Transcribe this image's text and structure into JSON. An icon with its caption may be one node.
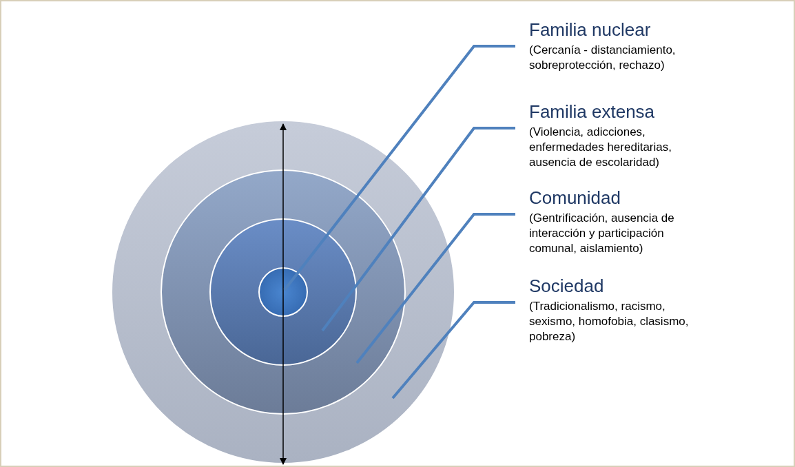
{
  "diagram": {
    "nodes": [
      {
        "text": [],
        "shape": "circle"
      },
      {
        "text": [],
        "shape": "circle",
        "in": 0
      },
      {
        "text": [],
        "shape": "circle",
        "in": 1
      },
      {
        "text": [],
        "shape": "circle",
        "in": 2
      },
      {
        "text": [
          "Familia nuclear",
          "(Cercanía - distanciamiento, sobreprotección, rechazo)"
        ]
      },
      {
        "text": [
          "Familia extensa",
          "(Violencia, adicciones, enfermedades hereditarias, ausencia de escolaridad)"
        ]
      },
      {
        "text": [
          "Comunidad",
          "(Gentrificación, ausencia de interacción y participación comunal, aislamiento)"
        ]
      },
      {
        "text": [
          "Sociedad",
          "(Tradicionalismo, racismo, sexismo, homofobia, clasismo, pobreza)"
        ]
      }
    ],
    "edges": [
      {
        "from": 4,
        "to": 3,
        "arrow": "none"
      },
      {
        "from": 5,
        "to": 2,
        "arrow": "none"
      },
      {
        "from": 6,
        "to": 1,
        "arrow": "none"
      },
      {
        "from": 7,
        "to": 0,
        "arrow": "none"
      }
    ]
  }
}
